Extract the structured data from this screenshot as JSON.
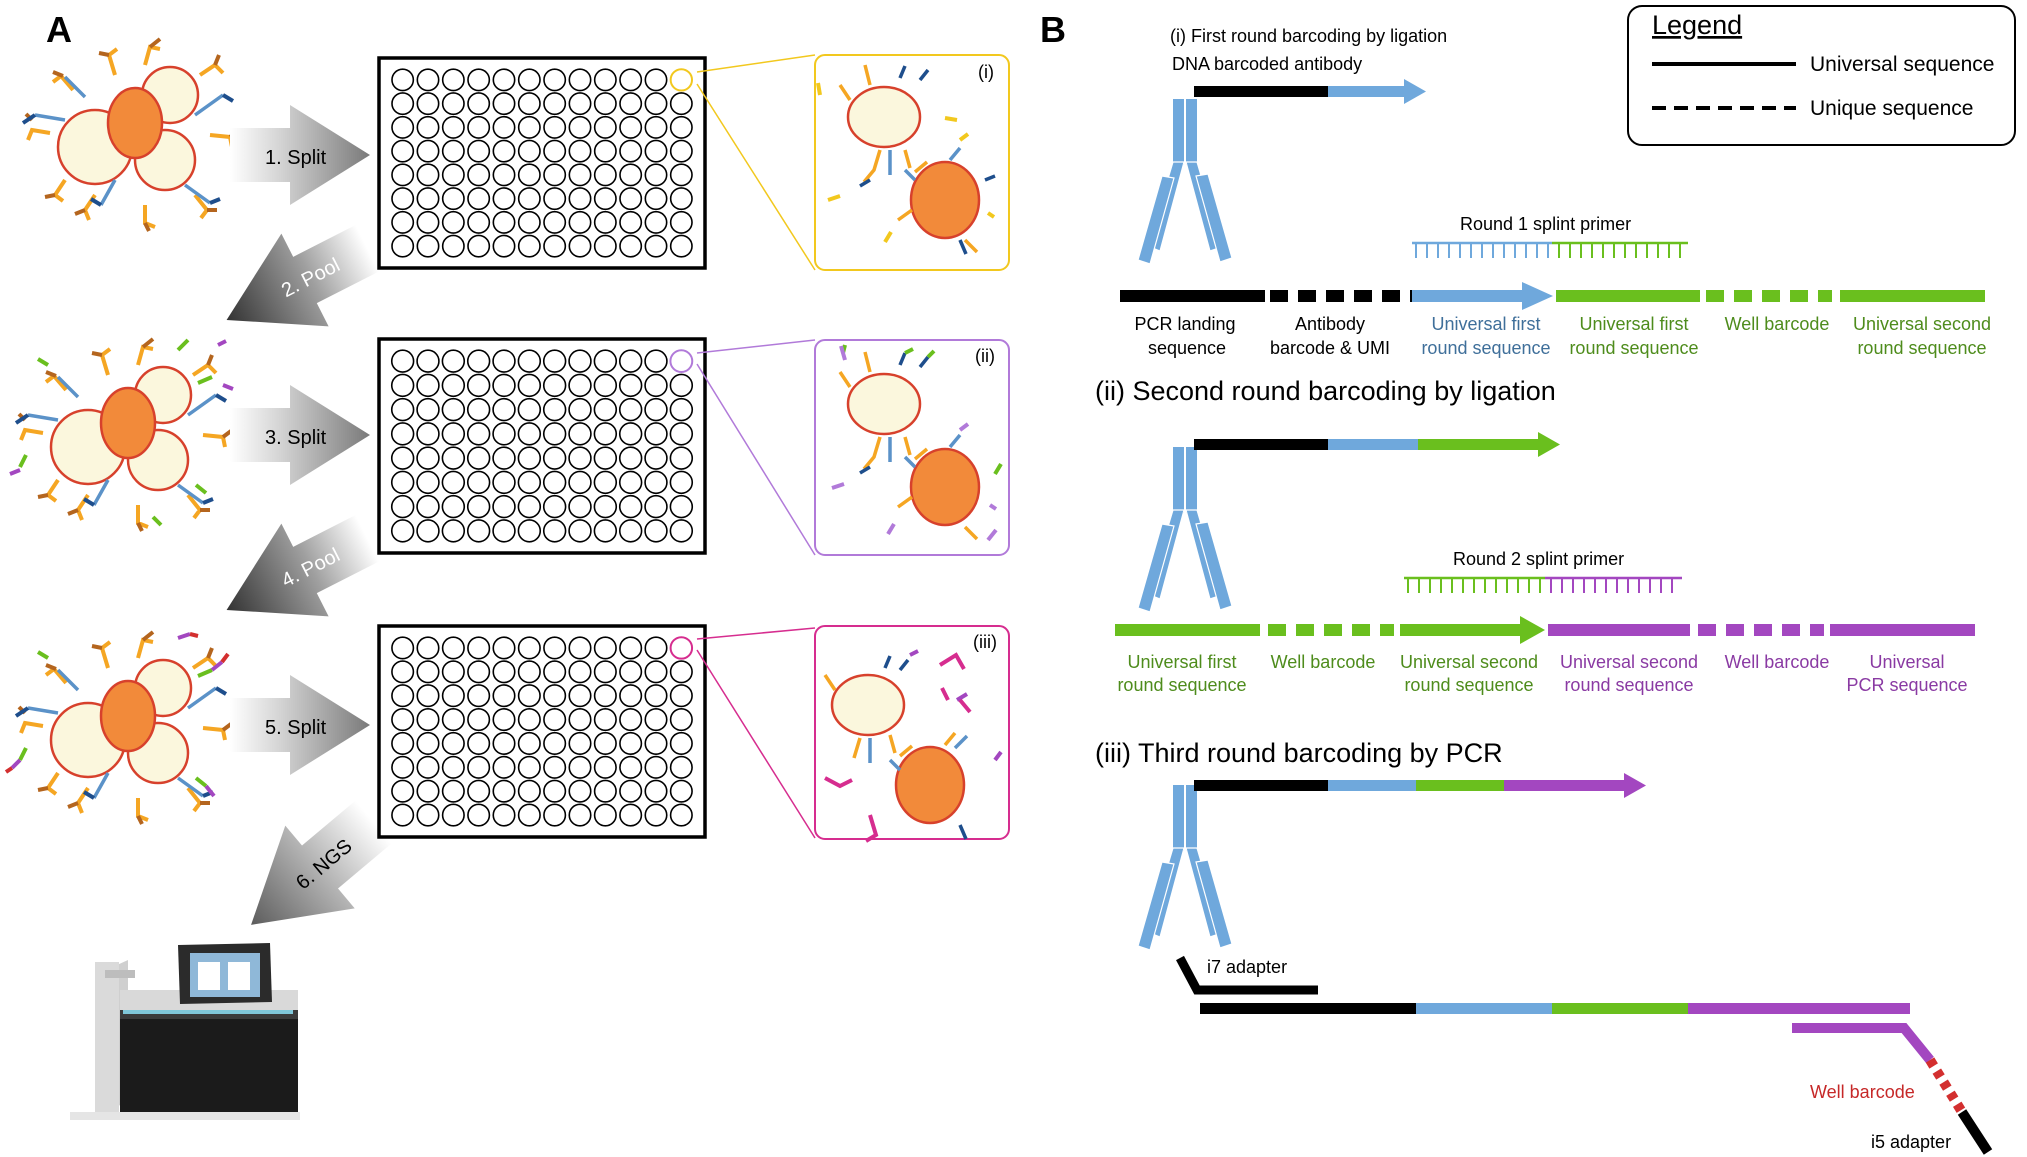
{
  "panel_a": {
    "letter": "A",
    "steps": [
      "1. Split",
      "2. Pool",
      "3. Split",
      "4. Pool",
      "5. Split",
      "6. NGS"
    ],
    "insets": [
      "(i)",
      "(ii)",
      "(iii)"
    ],
    "plate": {
      "rows": 8,
      "cols": 12
    }
  },
  "panel_b": {
    "letter": "B",
    "legend": {
      "title": "Legend",
      "solid": "Universal sequence",
      "dashed": "Unique sequence"
    },
    "round1": {
      "title": "(i) First round barcoding by ligation",
      "subtitle": "DNA barcoded antibody",
      "splint": "Round 1 splint primer",
      "labels": [
        [
          "PCR landing",
          "sequence"
        ],
        [
          "Antibody",
          "barcode & UMI"
        ],
        [
          "Universal first",
          "round sequence"
        ],
        [
          "Universal first",
          "round sequence"
        ],
        [
          "Well barcode"
        ],
        [
          "Universal second",
          "round sequence"
        ]
      ]
    },
    "round2": {
      "title": "(ii) Second round barcoding by ligation",
      "splint": "Round 2 splint primer",
      "labels": [
        [
          "Universal first",
          "round sequence"
        ],
        [
          "Well barcode"
        ],
        [
          "Universal second",
          "round sequence"
        ],
        [
          "Universal second",
          "round sequence"
        ],
        [
          "Well barcode"
        ],
        [
          "Universal",
          "PCR sequence"
        ]
      ]
    },
    "round3": {
      "title": "(iii) Third round barcoding by PCR",
      "i7": "i7 adapter",
      "well": "Well barcode",
      "i5": "i5 adapter"
    }
  },
  "colors": {
    "black": "#000000",
    "blue": "#6fa8dc",
    "green": "#6abf1e",
    "purple": "#a347c0",
    "orange": "#f28a3a",
    "cream": "#fbf7dd",
    "red": "#d32f2f",
    "yellow_inset": "#f2c81e",
    "purple_inset": "#b17ad9",
    "magenta_inset": "#d62d8f",
    "label_blue": "#3f6f9a",
    "label_green": "#4e8c1c",
    "label_purple": "#8a3aa3",
    "label_red": "#c62828"
  }
}
